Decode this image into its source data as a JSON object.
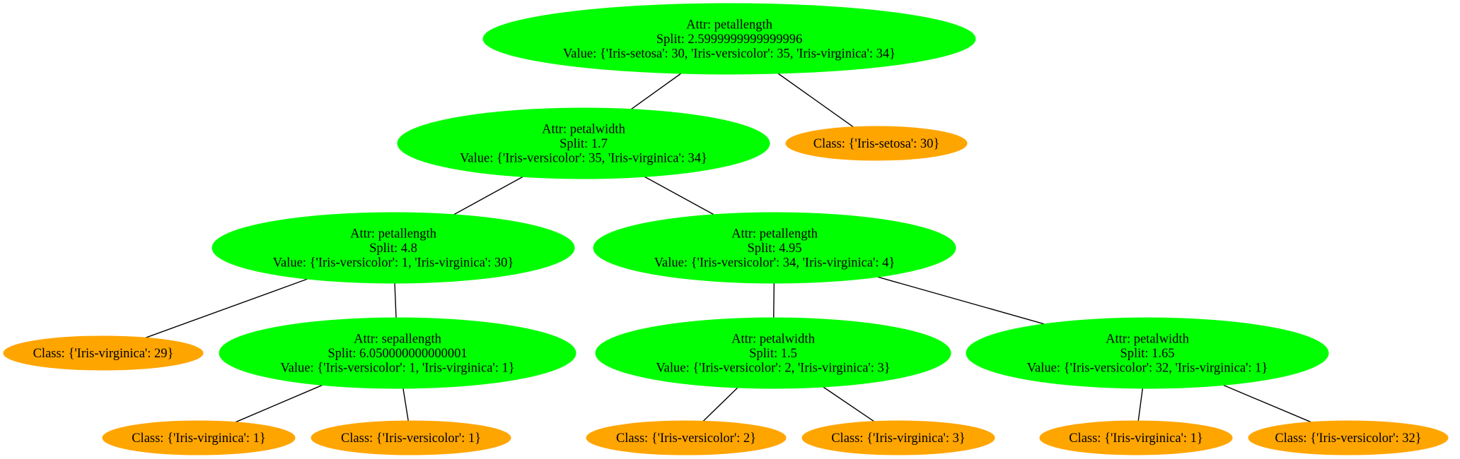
{
  "colors": {
    "split_node_fill": "#00ff00",
    "leaf_node_fill": "#ffa500",
    "edge_color": "#000000",
    "background": "#ffffff"
  },
  "nodes": [
    {
      "id": "n0",
      "kind": "split",
      "lines": [
        "Attr: petallength",
        "Split: 2.5999999999999996",
        "Value: {'Iris-setosa': 30, 'Iris-versicolor': 35, 'Iris-virginica': 34}"
      ]
    },
    {
      "id": "n1",
      "kind": "split",
      "lines": [
        "Attr: petalwidth",
        "Split: 1.7",
        "Value: {'Iris-versicolor': 35, 'Iris-virginica': 34}"
      ]
    },
    {
      "id": "n2",
      "kind": "leaf",
      "lines": [
        "Class: {'Iris-setosa': 30}"
      ]
    },
    {
      "id": "n3",
      "kind": "split",
      "lines": [
        "Attr: petallength",
        "Split: 4.8",
        "Value: {'Iris-versicolor': 1, 'Iris-virginica': 30}"
      ]
    },
    {
      "id": "n4",
      "kind": "split",
      "lines": [
        "Attr: petallength",
        "Split: 4.95",
        "Value: {'Iris-versicolor': 34, 'Iris-virginica': 4}"
      ]
    },
    {
      "id": "n5",
      "kind": "leaf",
      "lines": [
        "Class: {'Iris-virginica': 29}"
      ]
    },
    {
      "id": "n6",
      "kind": "split",
      "lines": [
        "Attr: sepallength",
        "Split: 6.050000000000001",
        "Value: {'Iris-versicolor': 1, 'Iris-virginica': 1}"
      ]
    },
    {
      "id": "n7",
      "kind": "split",
      "lines": [
        "Attr: petalwidth",
        "Split: 1.5",
        "Value: {'Iris-versicolor': 2, 'Iris-virginica': 3}"
      ]
    },
    {
      "id": "n8",
      "kind": "split",
      "lines": [
        "Attr: petalwidth",
        "Split: 1.65",
        "Value: {'Iris-versicolor': 32, 'Iris-virginica': 1}"
      ]
    },
    {
      "id": "n9",
      "kind": "leaf",
      "lines": [
        "Class: {'Iris-virginica': 1}"
      ]
    },
    {
      "id": "n10",
      "kind": "leaf",
      "lines": [
        "Class: {'Iris-versicolor': 1}"
      ]
    },
    {
      "id": "n11",
      "kind": "leaf",
      "lines": [
        "Class: {'Iris-versicolor': 2}"
      ]
    },
    {
      "id": "n12",
      "kind": "leaf",
      "lines": [
        "Class: {'Iris-virginica': 3}"
      ]
    },
    {
      "id": "n13",
      "kind": "leaf",
      "lines": [
        "Class: {'Iris-virginica': 1}"
      ]
    },
    {
      "id": "n14",
      "kind": "leaf",
      "lines": [
        "Class: {'Iris-versicolor': 32}"
      ]
    }
  ],
  "edges": [
    [
      "n0",
      "n1"
    ],
    [
      "n0",
      "n2"
    ],
    [
      "n1",
      "n3"
    ],
    [
      "n1",
      "n4"
    ],
    [
      "n3",
      "n5"
    ],
    [
      "n3",
      "n6"
    ],
    [
      "n4",
      "n7"
    ],
    [
      "n4",
      "n8"
    ],
    [
      "n6",
      "n9"
    ],
    [
      "n6",
      "n10"
    ],
    [
      "n7",
      "n11"
    ],
    [
      "n7",
      "n12"
    ],
    [
      "n8",
      "n13"
    ],
    [
      "n8",
      "n14"
    ]
  ]
}
